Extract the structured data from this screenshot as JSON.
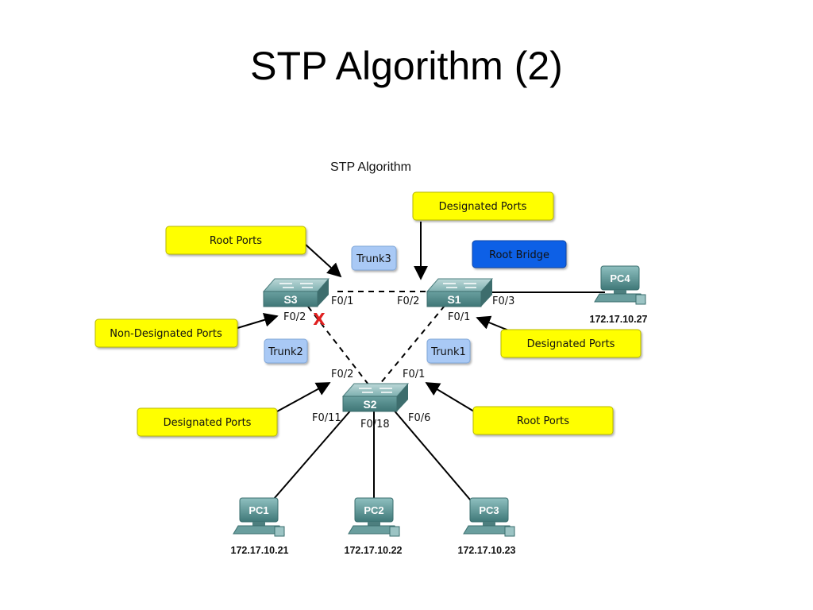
{
  "slide": {
    "title": "STP Algorithm (2)"
  },
  "diagram": {
    "title": "STP Algorithm",
    "switches": {
      "s1": "S1",
      "s2": "S2",
      "s3": "S3"
    },
    "trunks": {
      "trunk1": "Trunk1",
      "trunk2": "Trunk2",
      "trunk3": "Trunk3"
    },
    "ports": {
      "s3_f01": "F0/1",
      "s3_f02": "F0/2",
      "s1_f02": "F0/2",
      "s1_f01": "F0/1",
      "s1_f03": "F0/3",
      "s2_f02": "F0/2",
      "s2_f01": "F0/1",
      "s2_f011": "F0/11",
      "s2_f018": "F0/18",
      "s2_f06": "F0/6"
    },
    "callouts": {
      "root_ports_top": "Root Ports",
      "designated_ports_top": "Designated Ports",
      "root_bridge": "Root Bridge",
      "non_designated_ports": "Non-Designated Ports",
      "designated_ports_right": "Designated Ports",
      "designated_ports_left": "Designated Ports",
      "root_ports_right": "Root Ports"
    },
    "pcs": {
      "pc1": {
        "name": "PC1",
        "ip": "172.17.10.21"
      },
      "pc2": {
        "name": "PC2",
        "ip": "172.17.10.22"
      },
      "pc3": {
        "name": "PC3",
        "ip": "172.17.10.23"
      },
      "pc4": {
        "name": "PC4",
        "ip": "172.17.10.27"
      }
    },
    "blocked_marker": "X",
    "colors": {
      "callout_yellow": "#ffff00",
      "trunk_blue": "#a9c9f5",
      "root_bridge_blue": "#0a60e6",
      "switch_teal": "#5f9a9a",
      "blocked_red": "#e02020"
    }
  }
}
